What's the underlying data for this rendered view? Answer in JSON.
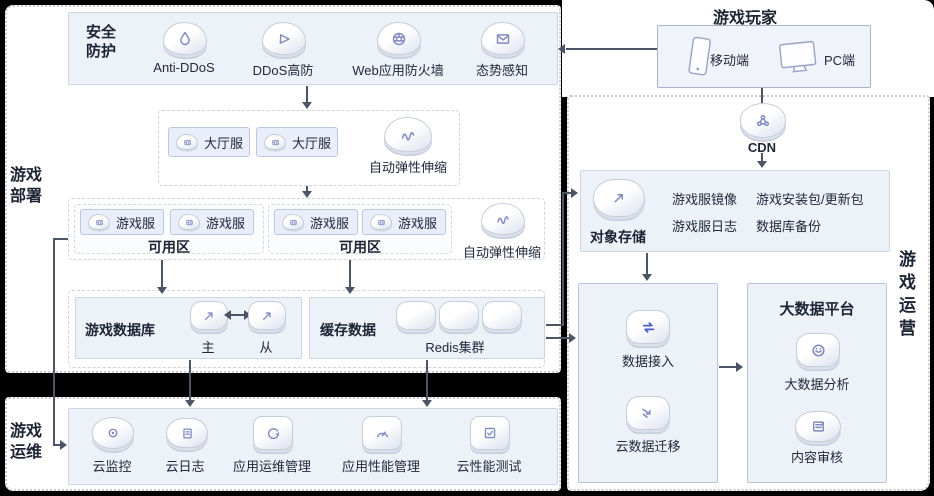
{
  "sections": {
    "deploy": "游戏部署",
    "maintenance": "游戏运维",
    "operation": "游戏运营"
  },
  "security": {
    "title": "安全防护",
    "items": [
      "Anti-DDoS",
      "DDoS高防",
      "Web应用防火墙",
      "态势感知"
    ]
  },
  "lobby": {
    "servers": [
      "大厅服",
      "大厅服"
    ],
    "autoscale": "自动弹性伸缩"
  },
  "az": {
    "zones": [
      {
        "label": "可用区",
        "servers": [
          "游戏服",
          "游戏服"
        ]
      },
      {
        "label": "可用区",
        "servers": [
          "游戏服",
          "游戏服"
        ]
      }
    ],
    "autoscale": "自动弹性伸缩"
  },
  "db": {
    "title": "游戏数据库",
    "master": "主",
    "slave": "从"
  },
  "cache": {
    "title": "缓存数据",
    "cluster": "Redis集群"
  },
  "ops": {
    "items": [
      "云监控",
      "云日志",
      "应用运维管理",
      "应用性能管理",
      "云性能测试"
    ]
  },
  "player": {
    "title": "游戏玩家",
    "mobile": "移动端",
    "pc": "PC端"
  },
  "cdn": {
    "label": "CDN"
  },
  "storage": {
    "title": "对象存储",
    "items": [
      "游戏服镜像",
      "游戏安装包/更新包",
      "游戏服日志",
      "数据库备份"
    ]
  },
  "ingest": {
    "access": "数据接入",
    "migration": "云数据迁移"
  },
  "bigdata": {
    "title": "大数据平台",
    "analysis": "大数据分析",
    "audit": "内容审核"
  },
  "colors": {
    "line": "#4c5566",
    "box_fill": "#edf1f8",
    "box_border": "#ccd4e6",
    "text": "#1c2433",
    "accent_glyph": "#4a5ac8"
  }
}
